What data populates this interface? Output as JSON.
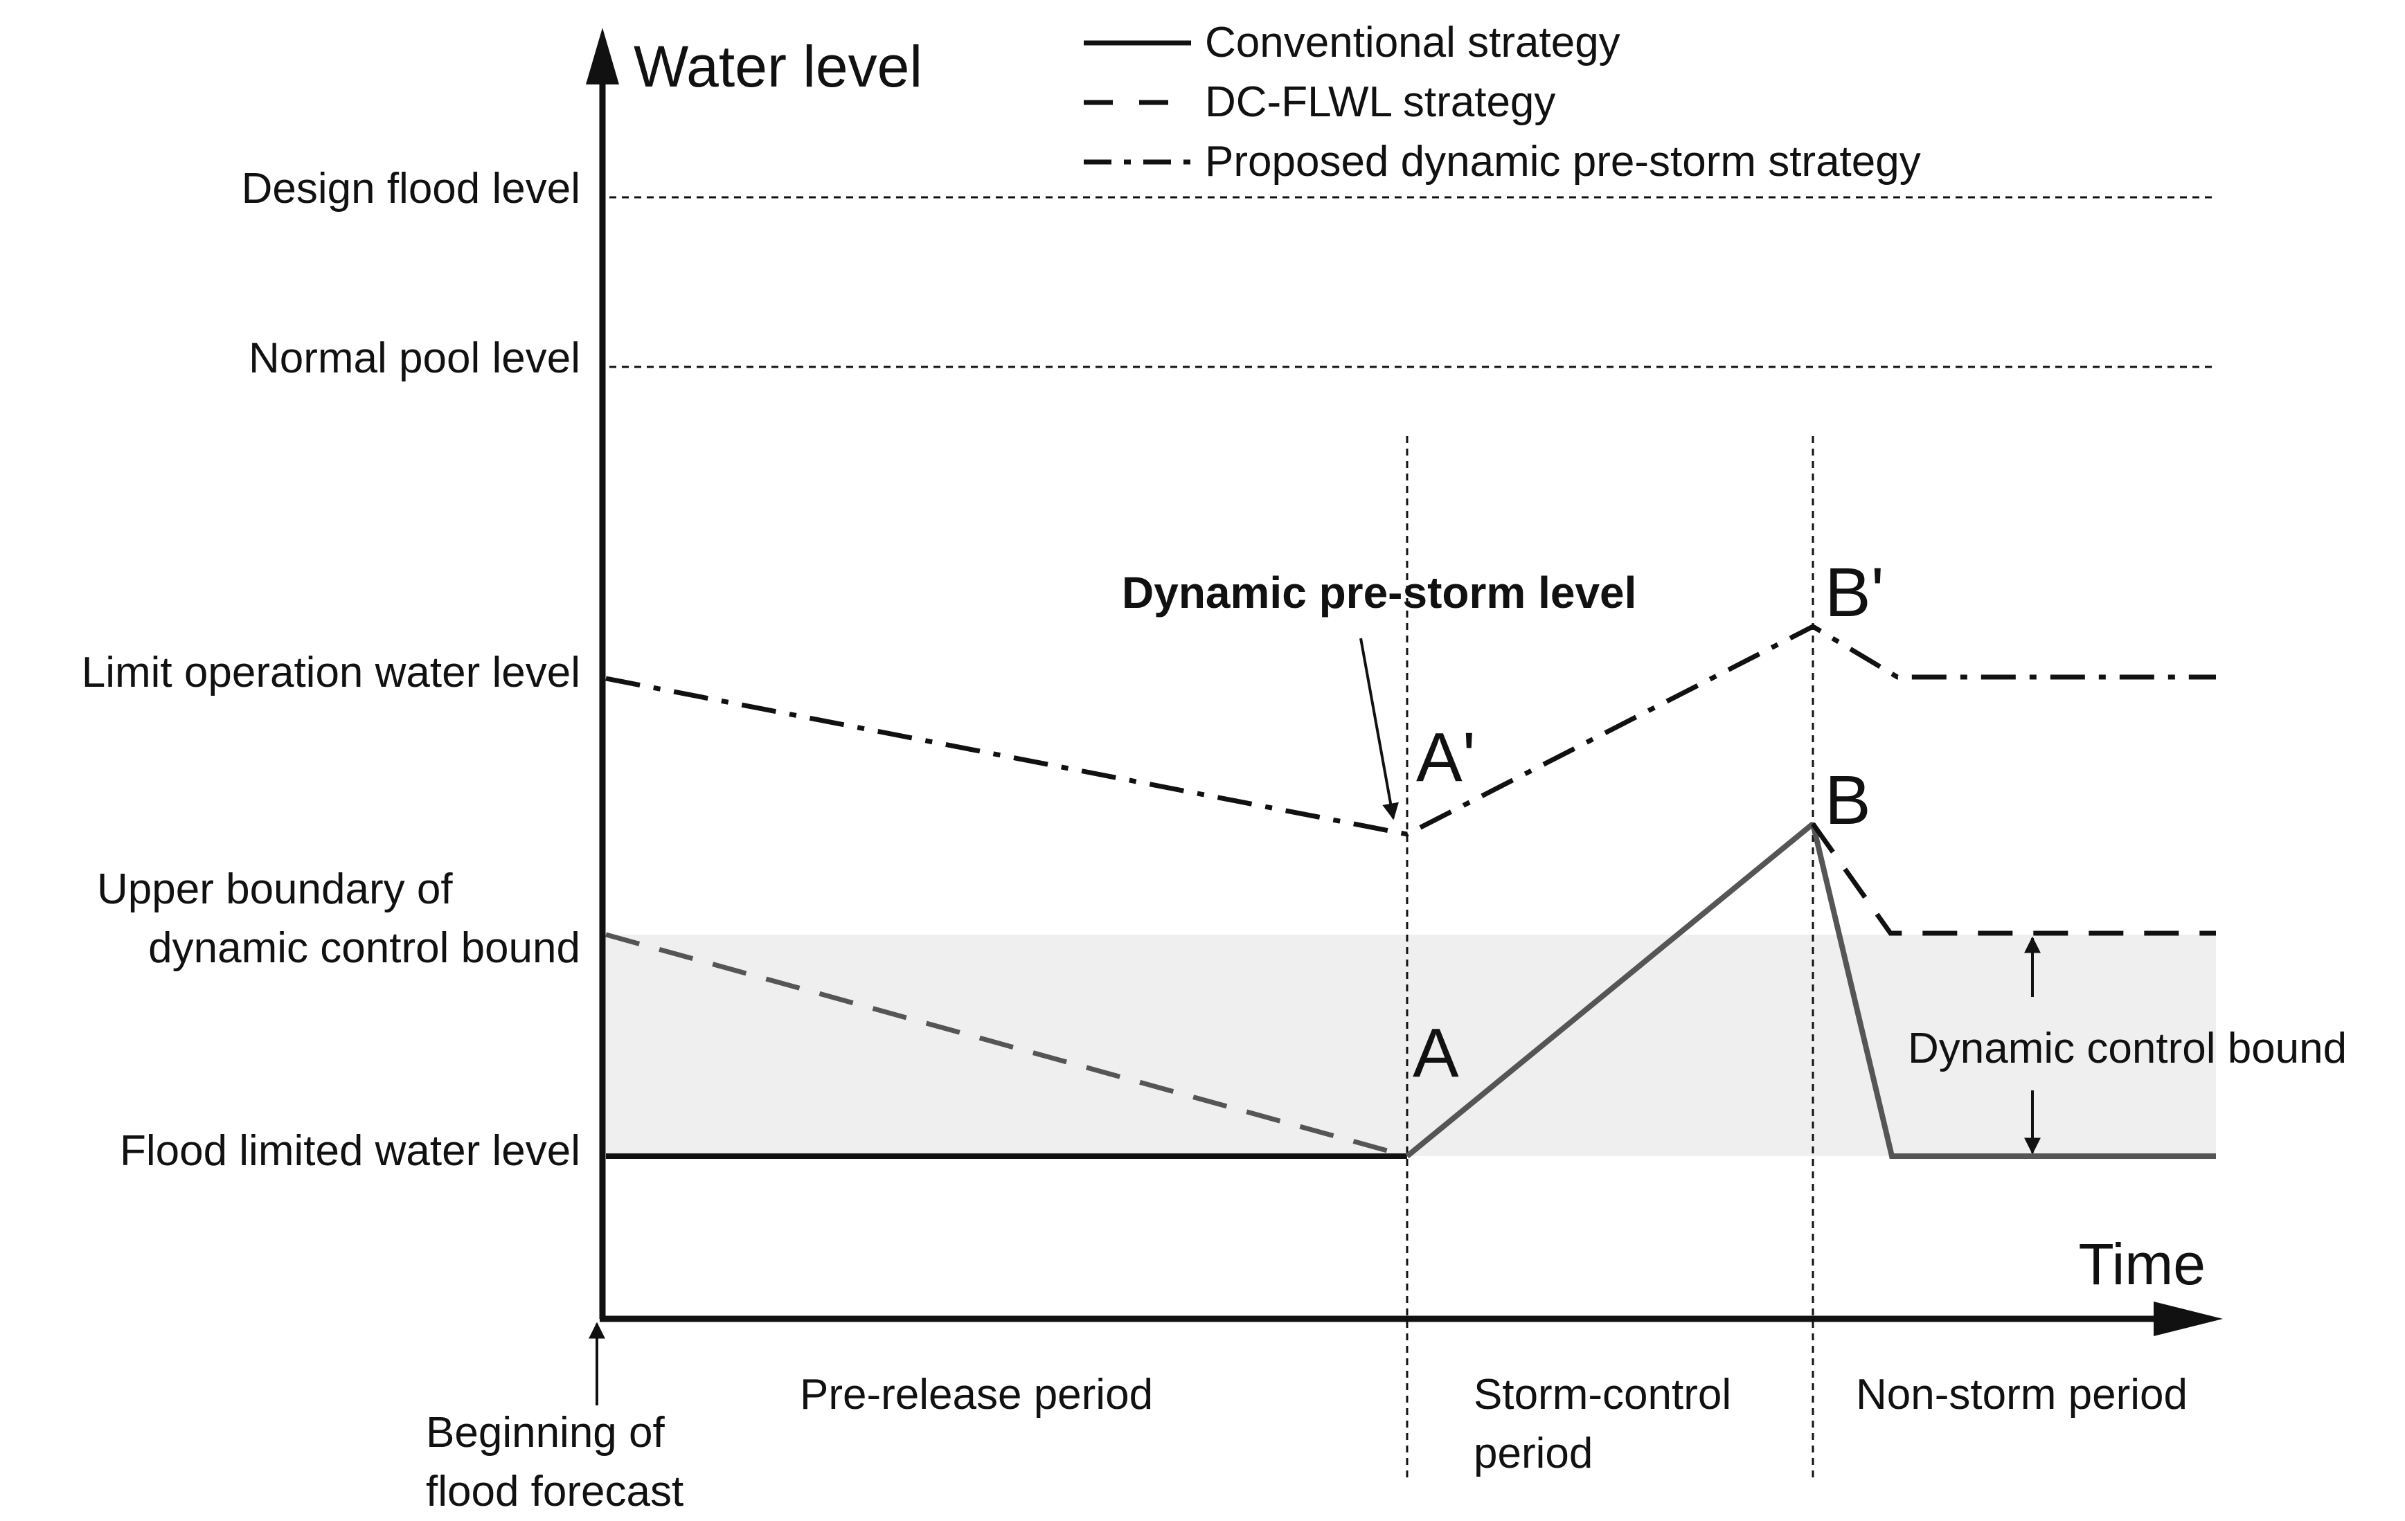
{
  "axes": {
    "y_title": "Water level",
    "x_title": "Time"
  },
  "legend": [
    {
      "style": "solid",
      "label": "Conventional strategy"
    },
    {
      "style": "dashed",
      "label": "DC-FLWL strategy"
    },
    {
      "style": "dash-dot",
      "label": "Proposed dynamic pre-storm strategy"
    }
  ],
  "levels": {
    "design_flood": "Design flood level",
    "normal_pool": "Normal pool level",
    "limit_operation": "Limit operation water level",
    "upper_boundary_line1": "Upper boundary of",
    "upper_boundary_line2": "dynamic control bound",
    "flood_limited": "Flood limited water level"
  },
  "annotations": {
    "dynamic_prestorm": "Dynamic pre-storm level",
    "dynamic_control_bound": "Dynamic control bound"
  },
  "points": {
    "A": "A",
    "A_prime": "A'",
    "B": "B",
    "B_prime": "B'"
  },
  "periods": {
    "beginning_line1": "Beginning of",
    "beginning_line2": "flood forecast",
    "pre_release": "Pre-release period",
    "storm_control_line1": "Storm-control",
    "storm_control_line2": "period",
    "non_storm": "Non-storm period"
  },
  "colors": {
    "band_fill": "#efefef",
    "line": "#111111",
    "conventional_rise": "#555555",
    "dc_flwl_early": "#555555"
  }
}
